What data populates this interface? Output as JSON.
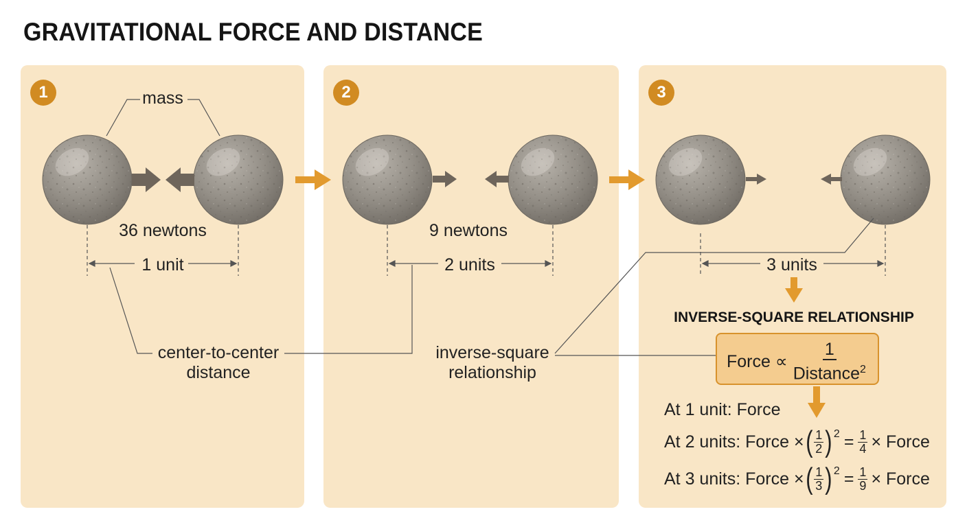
{
  "title": "GRAVITATIONAL FORCE AND DISTANCE",
  "panels": [
    {
      "number": "1",
      "force": "36 newtons",
      "distance": "1 unit"
    },
    {
      "number": "2",
      "force": "9 newtons",
      "distance": "2 units"
    },
    {
      "number": "3",
      "distance": "3 units"
    }
  ],
  "callouts": {
    "mass": "mass",
    "center_line1": "center-to-center",
    "center_line2": "distance",
    "inverse_line1": "inverse-square",
    "inverse_line2": "relationship"
  },
  "relationship": {
    "heading": "INVERSE-SQUARE RELATIONSHIP",
    "formula": {
      "lhs": "Force ∝",
      "numerator": "1",
      "denominator": "Distance",
      "exponent": "2"
    },
    "line1": "At 1 unit: Force",
    "line2": {
      "prefix": "At 2 units: Force ×",
      "num": "1",
      "den": "2",
      "exp": "2",
      "eq": "=",
      "rnum": "1",
      "rden": "4",
      "suffix": "× Force"
    },
    "line3": {
      "prefix": "At 3 units: Force ×",
      "num": "1",
      "den": "3",
      "exp": "2",
      "eq": "=",
      "rnum": "1",
      "rden": "9",
      "suffix": "× Force"
    }
  },
  "colors": {
    "panel": "#f9e6c6",
    "accent": "#d18b22",
    "sphere": "#8f8a82",
    "force_arrow": "#6e655b"
  }
}
